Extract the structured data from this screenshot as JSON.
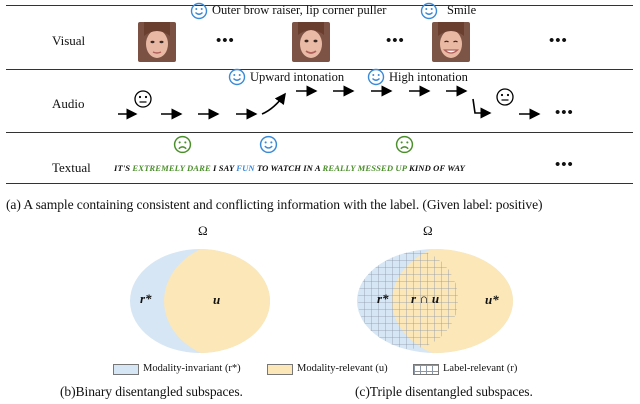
{
  "panel_a": {
    "rows": [
      {
        "label": "Visual"
      },
      {
        "label": "Audio"
      },
      {
        "label": "Textual"
      }
    ],
    "visual_annotations": [
      "Outer brow raiser, lip corner puller",
      "Smile"
    ],
    "audio_annotations": [
      "Upward intonation",
      "High intonation"
    ],
    "ellipsis": "•••",
    "text_tokens": [
      {
        "text": "IT'S ",
        "color": "black"
      },
      {
        "text": "EXTREMELY DARE",
        "color": "green"
      },
      {
        "text": " I SAY ",
        "color": "black"
      },
      {
        "text": "FUN",
        "color": "blue"
      },
      {
        "text": " TO WATCH IN A ",
        "color": "black"
      },
      {
        "text": "REALLY MESSED UP",
        "color": "green"
      },
      {
        "text": " KIND OF WAY",
        "color": "black"
      }
    ],
    "caption": "(a) A sample containing consistent and conflicting information with the label. (Given label: positive)"
  },
  "panel_b": {
    "omega": "Ω",
    "left_label": "r*",
    "right_label": "u",
    "caption": "(b)Binary disentangled subspaces."
  },
  "panel_c": {
    "omega": "Ω",
    "left_label": "r*",
    "middle_label": "r ∩ u",
    "right_label": "u*",
    "caption": "(c)Triple disentangled subspaces."
  },
  "legend": [
    {
      "label": "Modality-invariant (r*)",
      "color": "#d6e6f4"
    },
    {
      "label": "Modality-relevant (u)",
      "color": "#fbe7b8"
    },
    {
      "label": "Label-relevant (r)",
      "color": "grid"
    }
  ],
  "colors": {
    "invariant": "#d6e6f4",
    "relevant": "#fbe7b8",
    "happy": "#3a8ad8",
    "sad": "#4a8f2a"
  }
}
